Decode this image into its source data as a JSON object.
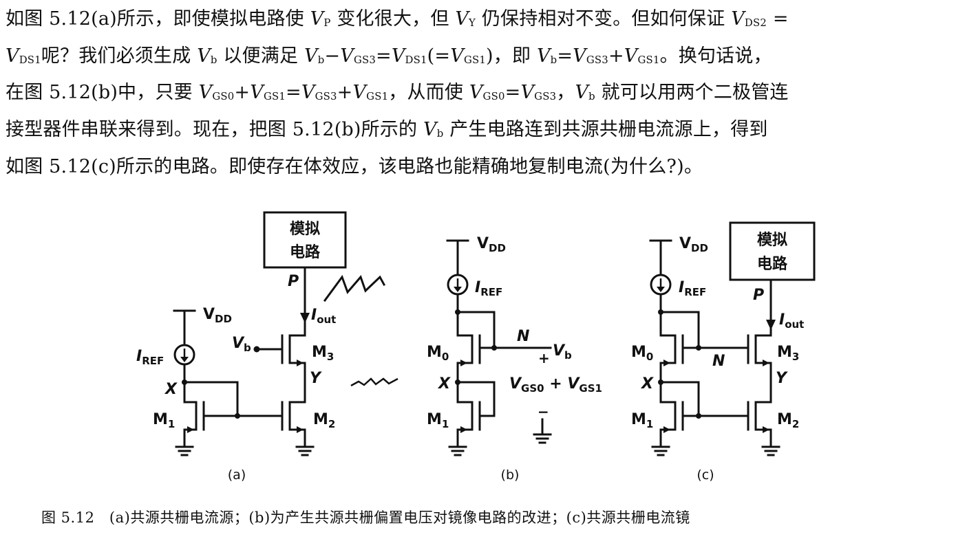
{
  "paragraph": {
    "line1": [
      {
        "t": "如图 5.12(a)所示，即使模拟电路使 "
      },
      {
        "v": "V",
        "s": "P"
      },
      {
        "t": " 变化很大，但 "
      },
      {
        "v": "V",
        "s": "Y"
      },
      {
        "t": " 仍保持相对不变。但如何保证 "
      },
      {
        "v": "V",
        "s": "DS2"
      },
      {
        "t": " ="
      }
    ],
    "line2": [
      {
        "v": "V",
        "s": "DS1"
      },
      {
        "t": "呢？我们必须生成 "
      },
      {
        "v": "V",
        "s": "b"
      },
      {
        "t": " 以便满足 "
      },
      {
        "v": "V",
        "s": "b"
      },
      {
        "t": "−"
      },
      {
        "v": "V",
        "s": "GS3"
      },
      {
        "t": "="
      },
      {
        "v": "V",
        "s": "DS1"
      },
      {
        "t": "(="
      },
      {
        "v": "V",
        "s": "GS1"
      },
      {
        "t": ")，即 "
      },
      {
        "v": "V",
        "s": "b"
      },
      {
        "t": "="
      },
      {
        "v": "V",
        "s": "GS3"
      },
      {
        "t": "+"
      },
      {
        "v": "V",
        "s": "GS1"
      },
      {
        "t": "。换句话说，"
      }
    ],
    "line3": [
      {
        "t": "在图 5.12(b)中，只要 "
      },
      {
        "v": "V",
        "s": "GS0"
      },
      {
        "t": "+"
      },
      {
        "v": "V",
        "s": "GS1"
      },
      {
        "t": "="
      },
      {
        "v": "V",
        "s": "GS3"
      },
      {
        "t": "+"
      },
      {
        "v": "V",
        "s": "GS1"
      },
      {
        "t": "，从而使 "
      },
      {
        "v": "V",
        "s": "GS0"
      },
      {
        "t": "="
      },
      {
        "v": "V",
        "s": "GS3"
      },
      {
        "t": "，"
      },
      {
        "v": "V",
        "s": "b"
      },
      {
        "t": " 就可以用两个二极管连"
      }
    ],
    "line4": [
      {
        "t": "接型器件串联来得到。现在，把图 5.12(b)所示的 "
      },
      {
        "v": "V",
        "s": "b"
      },
      {
        "t": " 产生电路连到共源共栅电流源上，得到"
      }
    ],
    "line5": [
      {
        "t": "如图 5.12(c)所示的电路。即使存在体效应，该电路也能精确地复制电流(为什么?)。"
      }
    ]
  },
  "figure": {
    "a": {
      "panel_label": "(a)",
      "box_text_1": "模拟",
      "box_text_2": "电路",
      "vdd": "V",
      "vdd_sub": "DD",
      "iref": "I",
      "iref_sub": "REF",
      "p": "P",
      "iout": "I",
      "iout_sub": "out",
      "vb": "V",
      "vb_sub": "b",
      "m3": "M",
      "m3_sub": "3",
      "y": "Y",
      "x": "X",
      "m1": "M",
      "m1_sub": "1",
      "m2": "M",
      "m2_sub": "2"
    },
    "b": {
      "panel_label": "(b)",
      "vdd": "V",
      "vdd_sub": "DD",
      "iref": "I",
      "iref_sub": "REF",
      "n": "N",
      "vb": "V",
      "vb_sub": "b",
      "plus": "+",
      "m0": "M",
      "m0_sub": "0",
      "x": "X",
      "vgs0": "V",
      "vgs0_sub": "GS0",
      "plus2": " + ",
      "vgs1": "V",
      "vgs1_sub": "GS1",
      "m1": "M",
      "m1_sub": "1",
      "minus": "−"
    },
    "c": {
      "panel_label": "(c)",
      "box_text_1": "模拟",
      "box_text_2": "电路",
      "vdd": "V",
      "vdd_sub": "DD",
      "iref": "I",
      "iref_sub": "REF",
      "p": "P",
      "iout": "I",
      "iout_sub": "out",
      "m0": "M",
      "m0_sub": "0",
      "n": "N",
      "m3": "M",
      "m3_sub": "3",
      "x": "X",
      "y": "Y",
      "m1": "M",
      "m1_sub": "1",
      "m2": "M",
      "m2_sub": "2"
    }
  },
  "caption": "图 5.12　(a)共源共栅电流源；(b)为产生共源共栅偏置电压对镜像电路的改进；(c)共源共栅电流镜"
}
